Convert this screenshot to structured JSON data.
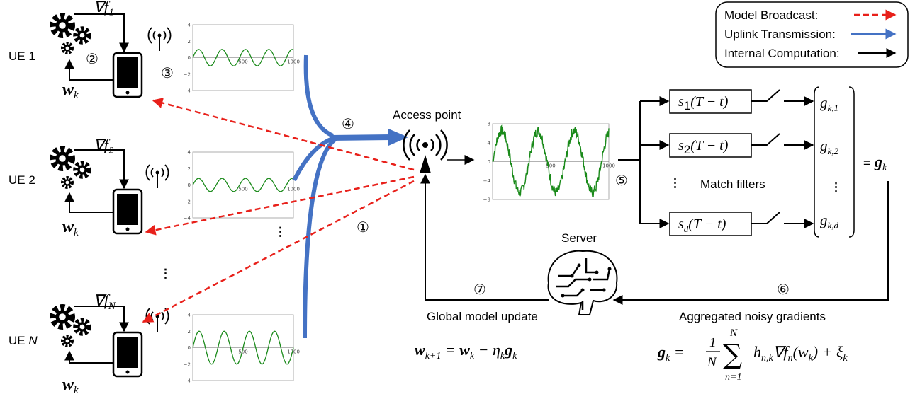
{
  "legend": {
    "broadcast_label": "Model Broadcast:",
    "uplink_label": "Uplink Transmission:",
    "internal_label": "Internal Computation:",
    "colors": {
      "broadcast": "#e8201a",
      "uplink": "#4472c4",
      "internal": "#000000"
    }
  },
  "ues": [
    {
      "label": "UE 1",
      "grad": "∇f₁",
      "model": "w",
      "model_sub": "k"
    },
    {
      "label": "UE 2",
      "grad": "∇f₂",
      "model": "w",
      "model_sub": "k"
    },
    {
      "label_main": "UE ",
      "label_italic": "N",
      "grad": "∇f",
      "grad_sub": "N",
      "model": "w",
      "model_sub": "k"
    }
  ],
  "steps": {
    "s1": "①",
    "s2": "②",
    "s3": "③",
    "s4": "④",
    "s5": "⑤",
    "s6": "⑥",
    "s7": "⑦"
  },
  "ellipsis": "⋮",
  "access_point_label": "Access point",
  "server_label": "Server",
  "match_filters_label": "Match filters",
  "filters": [
    {
      "main": "s",
      "sub": "1",
      "rest": "(T − t)"
    },
    {
      "main": "s",
      "sub": "2",
      "rest": "(T − t)"
    },
    {
      "main": "s",
      "sub": "d",
      "rest": "(T − t)"
    }
  ],
  "vector_entries": [
    {
      "main": "g",
      "sub": "k,1"
    },
    {
      "main": "g",
      "sub": "k,2"
    },
    {
      "main": "g",
      "sub": "k,d"
    }
  ],
  "equals_g": {
    "eq": "=",
    "main": "g",
    "sub": "k"
  },
  "global_update_label": "Global model update",
  "aggregated_label": "Aggregated noisy gradients",
  "update_eq": {
    "lhs": "w",
    "lhs_sub": "k+1",
    "eq": " = ",
    "w": "w",
    "w_sub": "k",
    "minus": " − η",
    "eta_sub": "k",
    "g": "g",
    "g_sub": "k"
  },
  "aggregate_eq": {
    "lhs": "g",
    "lhs_sub": "k",
    "eq": " = ",
    "frac_num": "1",
    "frac_den": "N",
    "sum_top": "N",
    "sum_bottom": "n=1",
    "sum": "∑",
    "term": "h",
    "term_sub": "n,k",
    "grad": "∇f",
    "grad_sub": "n",
    "arg": "(w",
    "arg_sub": "k",
    "arg_close": ")",
    "plus": " + ξ",
    "xi_sub": "k"
  },
  "plots": {
    "ue1": {
      "yticks": [
        "4",
        "2",
        "0",
        "−2",
        "−4"
      ],
      "xtick_mid": "500",
      "xtick_end": "1000",
      "amplitude": 1.0,
      "cycles": 4.3
    },
    "ue2": {
      "yticks": [
        "4",
        "2",
        "0",
        "−2",
        "−4"
      ],
      "xtick_mid": "500",
      "xtick_end": "1000",
      "amplitude": 0.8,
      "cycles": 4.3
    },
    "ueN": {
      "yticks": [
        "4",
        "2",
        "0",
        "−2",
        "−4"
      ],
      "xtick_mid": "500",
      "xtick_end": "1000",
      "amplitude": 2.0,
      "cycles": 4.0
    },
    "ap": {
      "yticks": [
        "8",
        "4",
        "0",
        "−4",
        "−8"
      ],
      "xtick_mid": "500",
      "xtick_end": "1000",
      "amplitude": 6.5,
      "cycles": 3.2
    }
  }
}
